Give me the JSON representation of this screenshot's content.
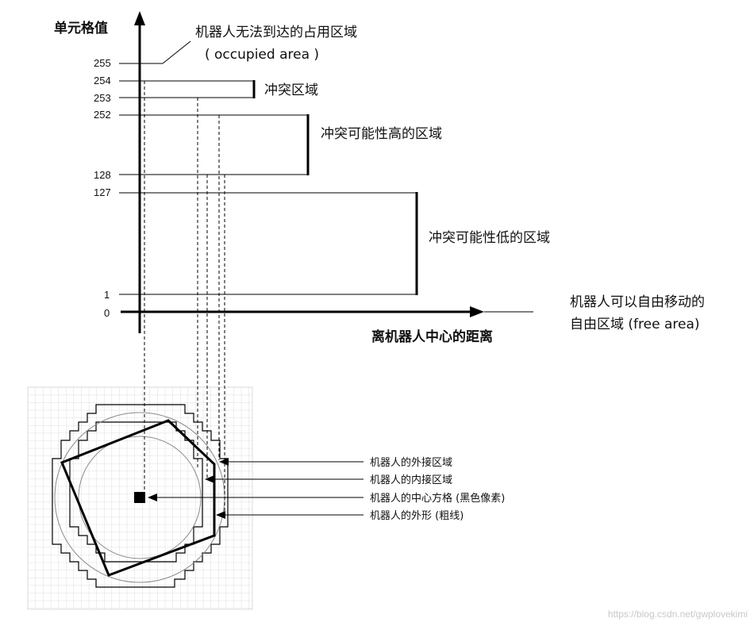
{
  "y_axis": {
    "title": "单元格值",
    "ticks": [
      "255",
      "254",
      "253",
      "252",
      "128",
      "127",
      "1",
      "0"
    ]
  },
  "x_axis": {
    "title": "离机器人中心的距离"
  },
  "regions": {
    "occupied_line1": "机器人无法到达的占用区域",
    "occupied_line2": "( occupied area )",
    "collision": "冲突区域",
    "high": "冲突可能性高的区域",
    "low": "冲突可能性低的区域",
    "free_line1": "机器人可以自由移动的",
    "free_line2": "自由区域 (free area)"
  },
  "legend": {
    "circumscribed": "机器人的外接区域",
    "inscribed": "机器人的内接区域",
    "center": "机器人的中心方格 (黑色像素)",
    "footprint": "机器人的外形 (粗线)"
  },
  "watermark": "https://blog.csdn.net/gwplovekimi"
}
